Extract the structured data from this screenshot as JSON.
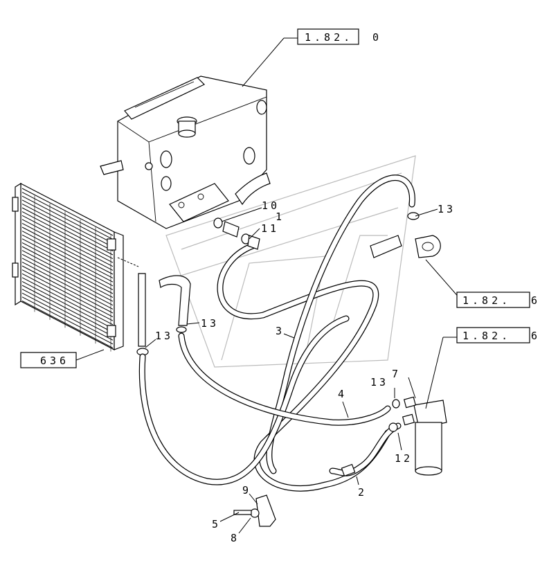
{
  "references": {
    "tank_ref_box": "1.82.",
    "tank_ref_suffix": "0",
    "bracket_ref_box": "1.82.",
    "bracket_ref_suffix": "6",
    "filter_ref_box": "1.82.",
    "filter_ref_suffix": "6",
    "radiator_ref_box": "636"
  },
  "callouts": {
    "item_1": "1",
    "item_2": "2",
    "item_3": "3",
    "item_4": "4",
    "item_5": "5",
    "item_7": "7",
    "item_8": "8",
    "item_9": "9",
    "item_10": "10",
    "item_11": "11",
    "item_12": "12",
    "item_13_top_right": "13",
    "item_13_mid": "13",
    "item_13_left": "13",
    "item_13_filter": "13"
  }
}
